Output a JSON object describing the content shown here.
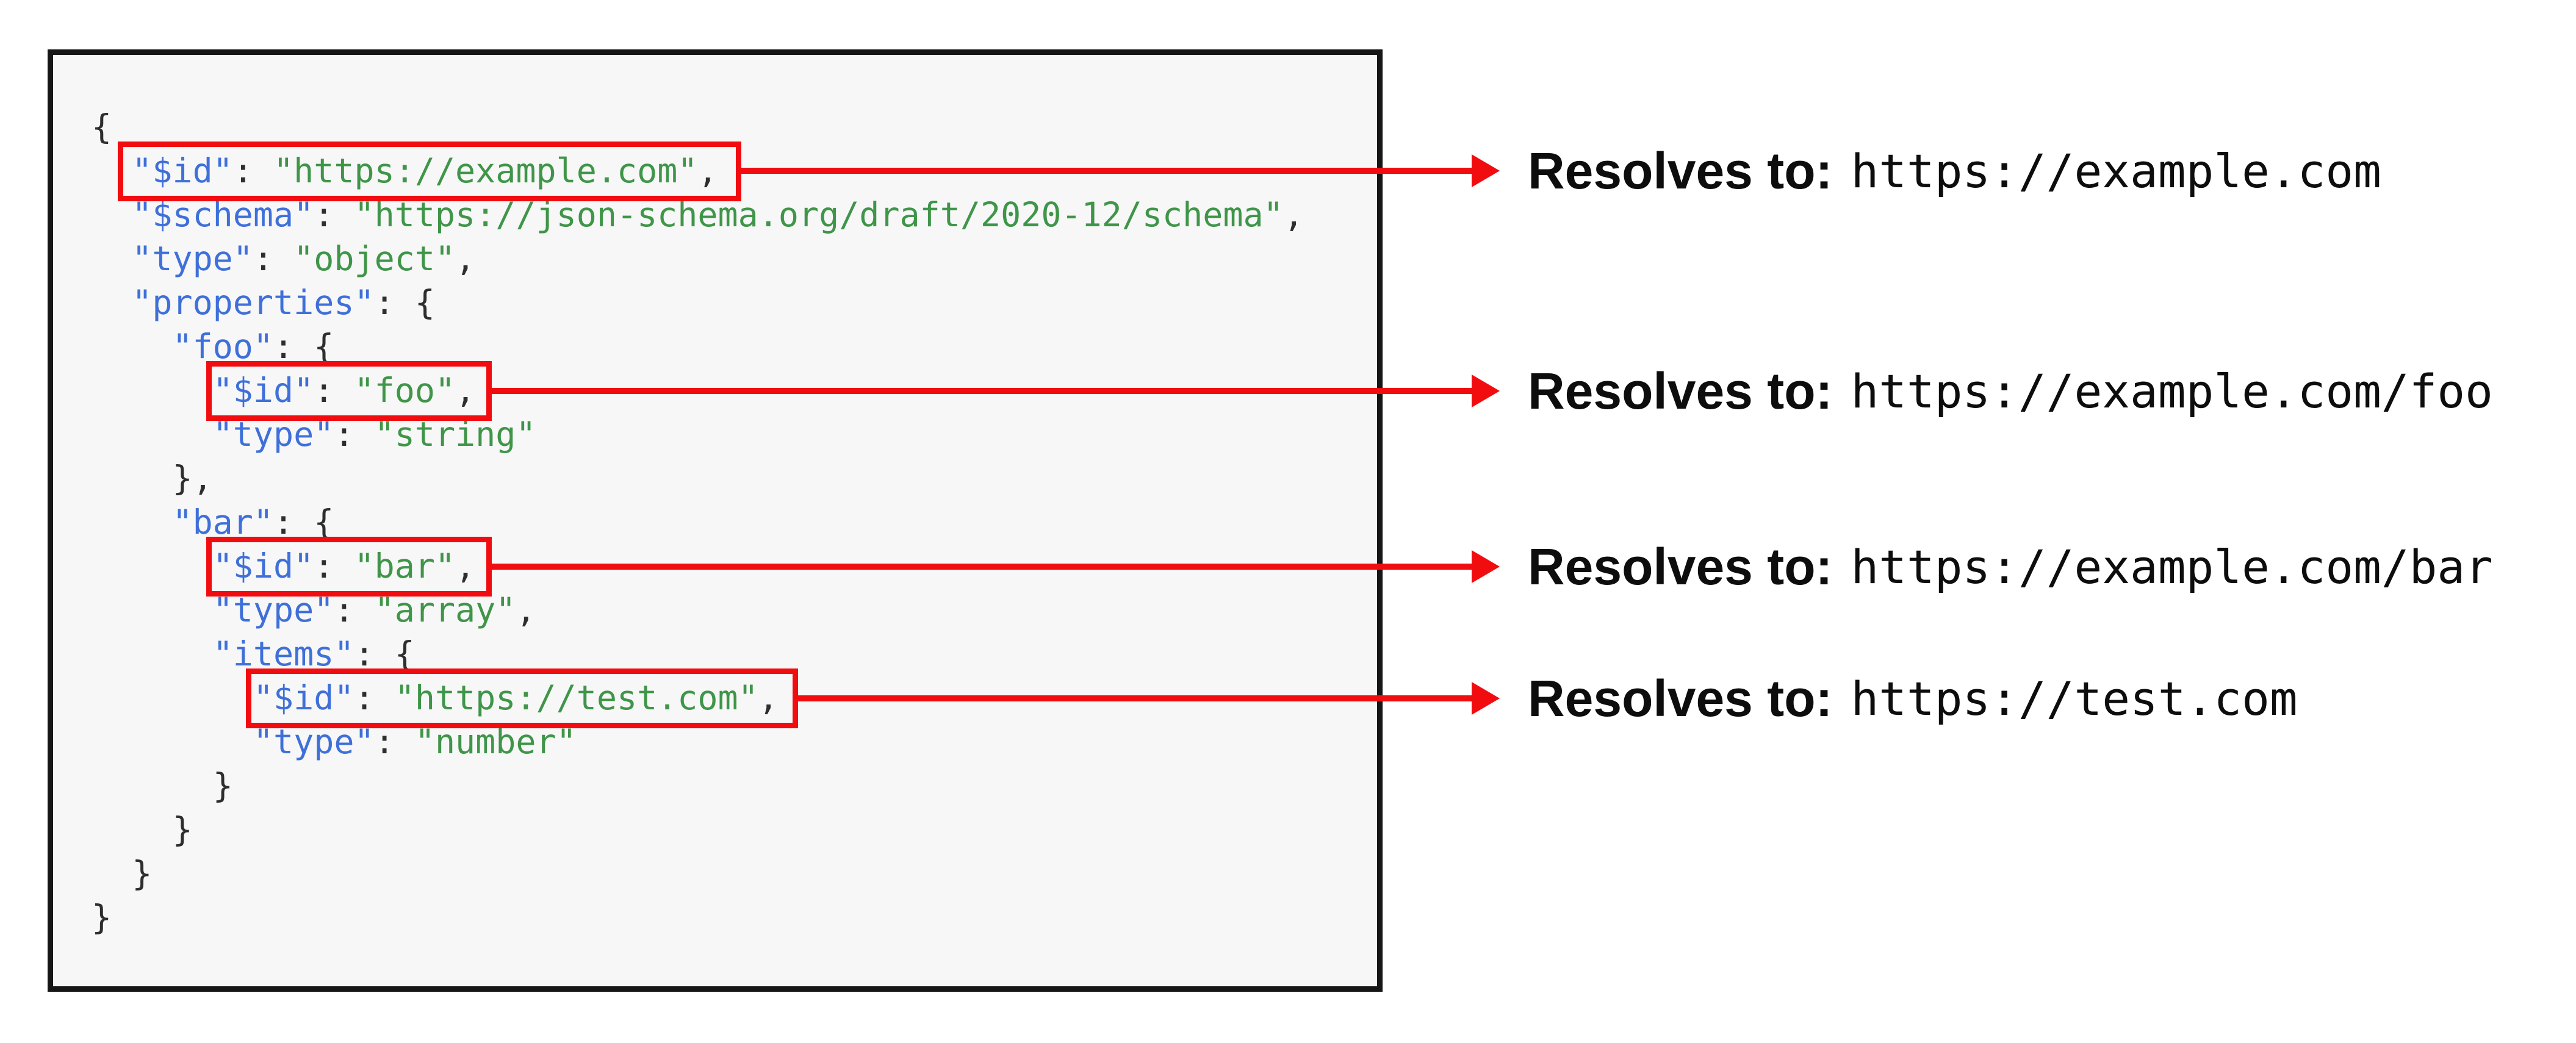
{
  "colors": {
    "key-blue": "#3F70D9",
    "string-green": "#3F9548",
    "punct-dark": "#2e2e2e",
    "accent-red": "#F10C10",
    "panel-border": "#161616",
    "panel-bg": "#f7f7f8",
    "label-black": "#0d0d0d"
  },
  "code_lines": [
    {
      "segments": [
        {
          "type": "punct",
          "text": "{"
        }
      ]
    },
    {
      "segments": [
        {
          "type": "ws",
          "text": "  "
        },
        {
          "type": "key",
          "text": "\"$id\""
        },
        {
          "type": "punct",
          "text": ": "
        },
        {
          "type": "string",
          "text": "\"https://example.com\""
        },
        {
          "type": "punct",
          "text": ","
        }
      ]
    },
    {
      "segments": [
        {
          "type": "ws",
          "text": "  "
        },
        {
          "type": "key",
          "text": "\"$schema\""
        },
        {
          "type": "punct",
          "text": ": "
        },
        {
          "type": "string",
          "text": "\"https://json-schema.org/draft/2020-12/schema\""
        },
        {
          "type": "punct",
          "text": ","
        }
      ]
    },
    {
      "segments": [
        {
          "type": "ws",
          "text": "  "
        },
        {
          "type": "key",
          "text": "\"type\""
        },
        {
          "type": "punct",
          "text": ": "
        },
        {
          "type": "string",
          "text": "\"object\""
        },
        {
          "type": "punct",
          "text": ","
        }
      ]
    },
    {
      "segments": [
        {
          "type": "ws",
          "text": "  "
        },
        {
          "type": "key",
          "text": "\"properties\""
        },
        {
          "type": "punct",
          "text": ": {"
        }
      ]
    },
    {
      "segments": [
        {
          "type": "ws",
          "text": "    "
        },
        {
          "type": "key",
          "text": "\"foo\""
        },
        {
          "type": "punct",
          "text": ": {"
        }
      ]
    },
    {
      "segments": [
        {
          "type": "ws",
          "text": "      "
        },
        {
          "type": "key",
          "text": "\"$id\""
        },
        {
          "type": "punct",
          "text": ": "
        },
        {
          "type": "string",
          "text": "\"foo\""
        },
        {
          "type": "punct",
          "text": ","
        }
      ]
    },
    {
      "segments": [
        {
          "type": "ws",
          "text": "      "
        },
        {
          "type": "key",
          "text": "\"type\""
        },
        {
          "type": "punct",
          "text": ": "
        },
        {
          "type": "string",
          "text": "\"string\""
        }
      ]
    },
    {
      "segments": [
        {
          "type": "ws",
          "text": "    "
        },
        {
          "type": "punct",
          "text": "},"
        }
      ]
    },
    {
      "segments": [
        {
          "type": "ws",
          "text": "    "
        },
        {
          "type": "key",
          "text": "\"bar\""
        },
        {
          "type": "punct",
          "text": ": {"
        }
      ]
    },
    {
      "segments": [
        {
          "type": "ws",
          "text": "      "
        },
        {
          "type": "key",
          "text": "\"$id\""
        },
        {
          "type": "punct",
          "text": ": "
        },
        {
          "type": "string",
          "text": "\"bar\""
        },
        {
          "type": "punct",
          "text": ","
        }
      ]
    },
    {
      "segments": [
        {
          "type": "ws",
          "text": "      "
        },
        {
          "type": "key",
          "text": "\"type\""
        },
        {
          "type": "punct",
          "text": ": "
        },
        {
          "type": "string",
          "text": "\"array\""
        },
        {
          "type": "punct",
          "text": ","
        }
      ]
    },
    {
      "segments": [
        {
          "type": "ws",
          "text": "      "
        },
        {
          "type": "key",
          "text": "\"items\""
        },
        {
          "type": "punct",
          "text": ": {"
        }
      ]
    },
    {
      "segments": [
        {
          "type": "ws",
          "text": "        "
        },
        {
          "type": "key",
          "text": "\"$id\""
        },
        {
          "type": "punct",
          "text": ": "
        },
        {
          "type": "string",
          "text": "\"https://test.com\""
        },
        {
          "type": "punct",
          "text": ","
        }
      ]
    },
    {
      "segments": [
        {
          "type": "ws",
          "text": "        "
        },
        {
          "type": "key",
          "text": "\"type\""
        },
        {
          "type": "punct",
          "text": ": "
        },
        {
          "type": "string",
          "text": "\"number\""
        }
      ]
    },
    {
      "segments": [
        {
          "type": "ws",
          "text": "      "
        },
        {
          "type": "punct",
          "text": "}"
        }
      ]
    },
    {
      "segments": [
        {
          "type": "ws",
          "text": "    "
        },
        {
          "type": "punct",
          "text": "}"
        }
      ]
    },
    {
      "segments": [
        {
          "type": "ws",
          "text": "  "
        },
        {
          "type": "punct",
          "text": "}"
        }
      ]
    },
    {
      "segments": [
        {
          "type": "punct",
          "text": "}"
        }
      ]
    }
  ],
  "annotations": [
    {
      "resolves_label": "Resolves to:",
      "url": "https://example.com"
    },
    {
      "resolves_label": "Resolves to:",
      "url": "https://example.com/foo"
    },
    {
      "resolves_label": "Resolves to:",
      "url": "https://example.com/bar"
    },
    {
      "resolves_label": "Resolves to:",
      "url": "https://test.com"
    }
  ]
}
